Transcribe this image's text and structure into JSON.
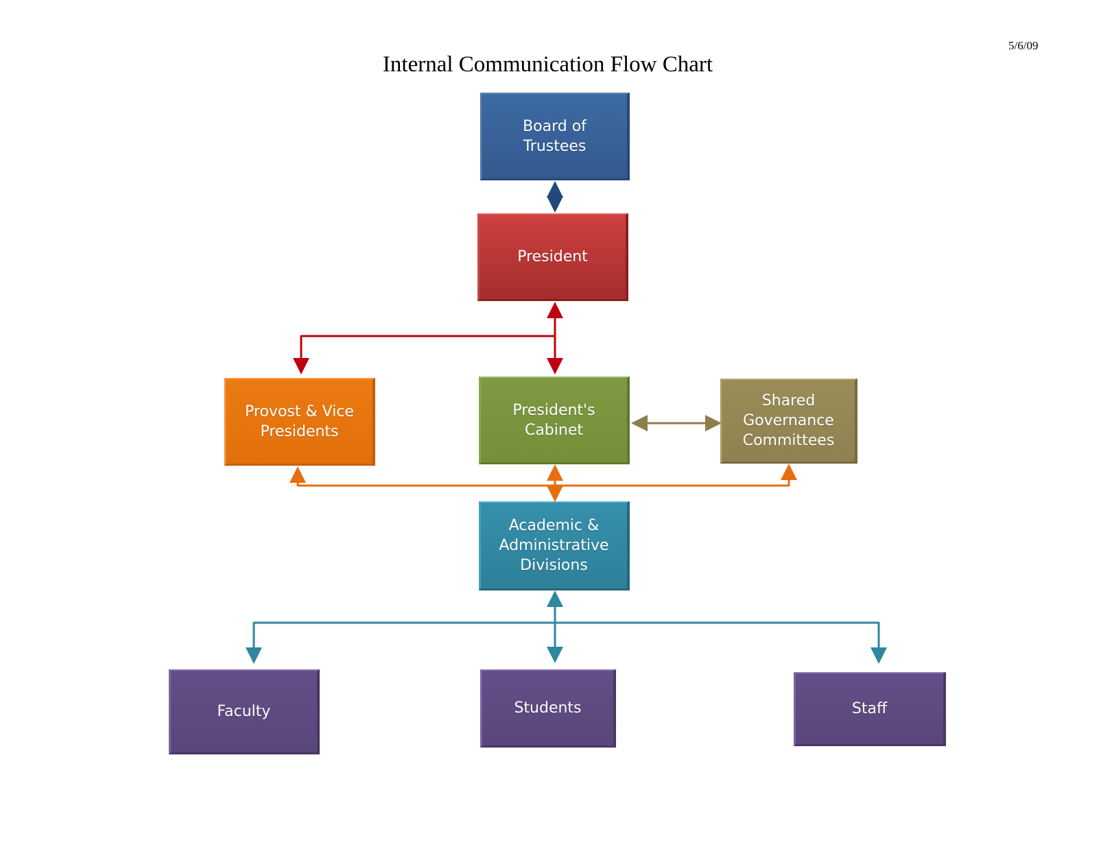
{
  "date": "5/6/09",
  "title": "Internal Communication Flow Chart",
  "nodes": {
    "board": "Board of Trustees",
    "president": "President",
    "provost": "Provost & Vice\nPresidents",
    "cabinet": "President's\nCabinet",
    "shared": "Shared\nGovernance\nCommittees",
    "academic": "Academic &\nAdministrative\nDivisions",
    "faculty": "Faculty",
    "students": "Students",
    "staff": "Staff"
  },
  "colors": {
    "board": "#3a64a0",
    "president": "#c03838",
    "provost": "#e8750f",
    "cabinet": "#7a963e",
    "shared": "#978955",
    "academic": "#3289a3",
    "bottom": "#5f4a82",
    "connector_board": "#1f4a7a",
    "connector_president": "#c0000f",
    "connector_orange": "#e66e10",
    "connector_olive": "#8c7f4c",
    "connector_teal": "#2f86a0"
  }
}
